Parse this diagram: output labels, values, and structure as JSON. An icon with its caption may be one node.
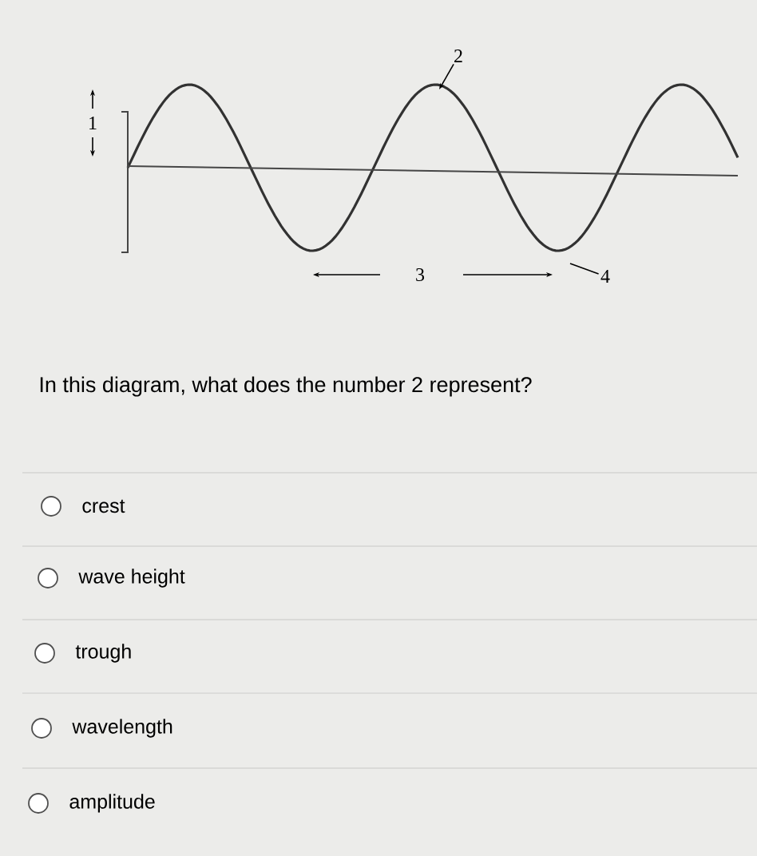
{
  "diagram": {
    "nodes": [
      {
        "text": [
          "2"
        ]
      },
      {
        "text": [
          "4"
        ]
      }
    ],
    "edges": [
      {
        "from": 0,
        "to": null,
        "arrow": "to"
      },
      {
        "from": 1,
        "to": null,
        "arrow": "none"
      }
    ],
    "labels": [
      "1",
      "3",
      "In this diagram, what does the number 2 represent?",
      "crest",
      "wave height",
      "trough",
      "wavelength",
      "amplitude"
    ]
  }
}
